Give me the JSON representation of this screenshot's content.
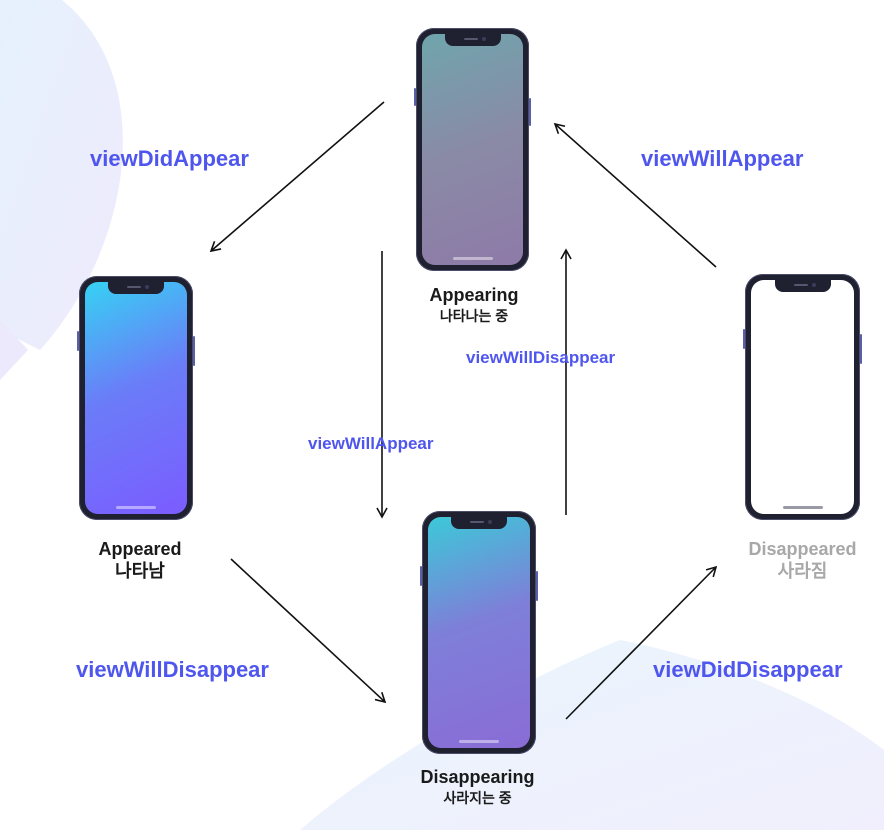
{
  "states": {
    "appearing": {
      "label": "Appearing",
      "label_ko": "나타나는 중"
    },
    "appeared": {
      "label": "Appeared",
      "label_ko": "나타남"
    },
    "disappearing": {
      "label": "Disappearing",
      "label_ko": "사라지는 중"
    },
    "disappeared": {
      "label": "Disappeared",
      "label_ko": "사라짐"
    }
  },
  "transitions": {
    "did_appear": "viewDidAppear",
    "will_appear_outer": "viewWillAppear",
    "will_disappear_outer": "viewWillDisappear",
    "did_disappear": "viewDidDisappear",
    "will_appear_inner": "viewWillAppear",
    "will_disappear_inner": "viewWillDisappear"
  },
  "colors": {
    "method_text": "#4f56ee",
    "faded_label": "#a8a8a8",
    "gradient_vivid": [
      "#36d2f3",
      "#7b5cff"
    ],
    "gradient_muted": [
      "#6fa5ad",
      "#8e7aa8"
    ]
  }
}
